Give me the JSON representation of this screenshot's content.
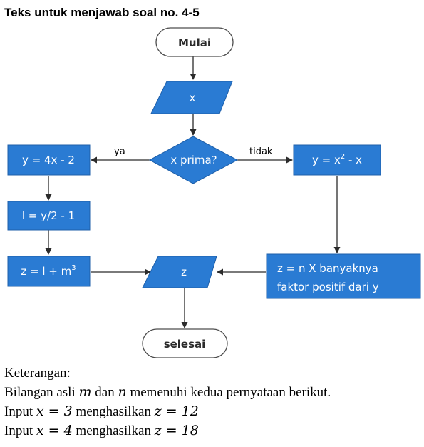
{
  "heading": "Teks untuk menjawab soal no. 4-5",
  "flowchart": {
    "start": "Mulai",
    "input": "x",
    "decision": "x prima?",
    "yes_label": "ya",
    "no_label": "tidak",
    "left_step1": "y = 4x - 2",
    "left_step2": "l = y/2 - 1",
    "left_step3_base": "z = l + m",
    "left_step3_exp": "3",
    "right_step1_base": "y = x",
    "right_step1_exp": "2",
    "right_step1_tail": " - x",
    "right_step2_line1": "z = n X banyaknya",
    "right_step2_line2": "faktor positif dari y",
    "output": "z",
    "end": "selesai"
  },
  "notes": {
    "title": "Keterangan:",
    "line1_a": "Bilangan asli ",
    "line1_m": "m",
    "line1_b": " dan ",
    "line1_n": "n",
    "line1_c": " memenuhi kedua pernyataan berikut.",
    "line2_a": "Input ",
    "line2_expr": "x = 3",
    "line2_b": " menghasilkan ",
    "line2_res": "z = 12",
    "line3_a": "Input ",
    "line3_expr": "x = 4",
    "line3_b": " menghasilkan ",
    "line3_res": "z = 18"
  },
  "colors": {
    "box_fill": "#2a7bd3",
    "box_stroke": "#1f5fa8",
    "terminal_fill": "#ffffff",
    "terminal_stroke": "#4d4d4d",
    "line": "#2b2b2b"
  }
}
